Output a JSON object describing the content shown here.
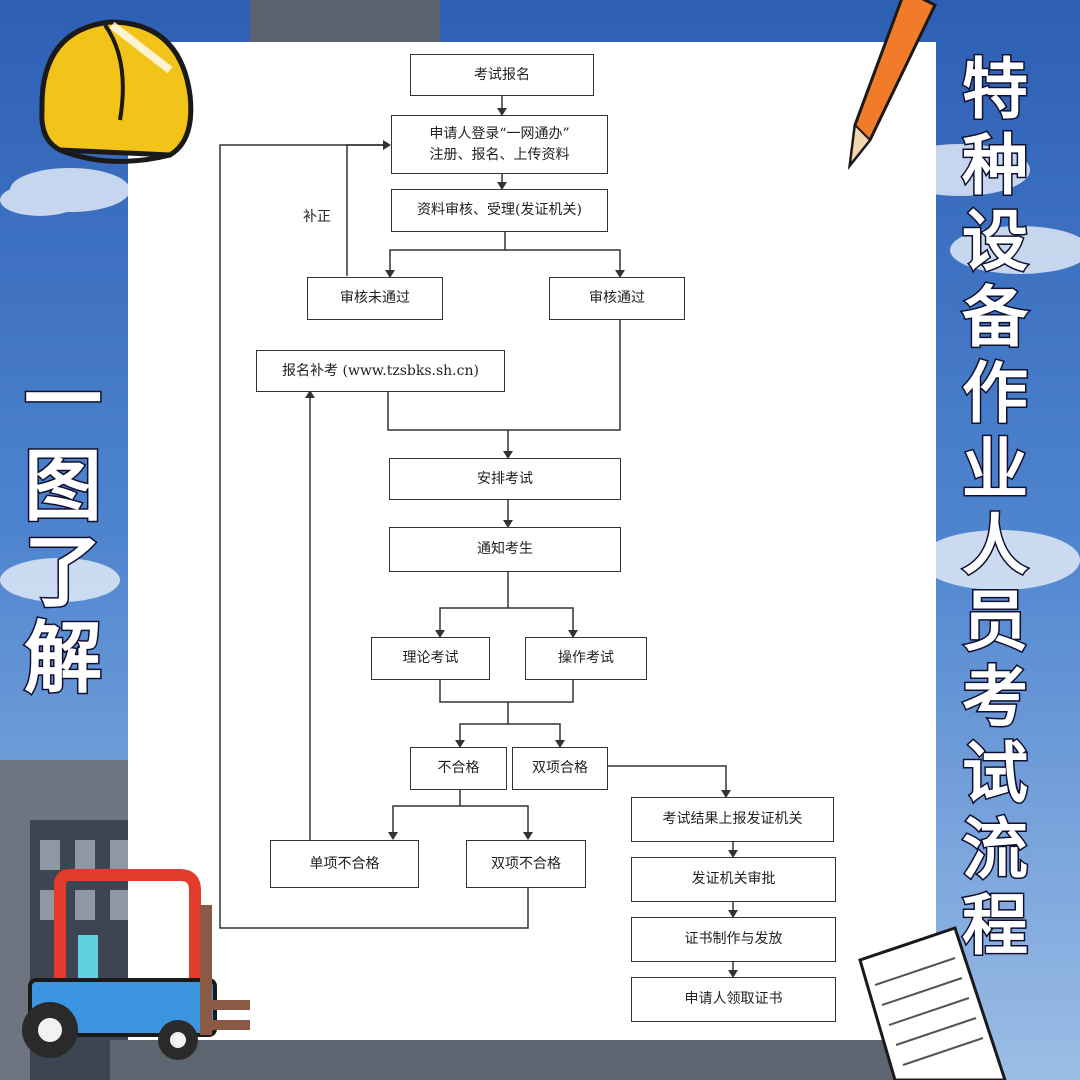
{
  "title": {
    "right_chars": [
      "特",
      "种",
      "设",
      "备",
      "作",
      "业",
      "人",
      "员",
      "考",
      "试",
      "流",
      "程"
    ],
    "left_chars": [
      "一",
      "图",
      "了",
      "解"
    ]
  },
  "colors": {
    "sky": "#3c6fbf",
    "sky_light": "#8fb7e8",
    "panel": "#ffffff",
    "helmet": "#f2c419",
    "pencil": "#f07c2a",
    "forklift_red": "#e23b2b",
    "forklift_blue": "#3b95e0",
    "line": "#333333"
  },
  "flowchart": {
    "exam_signup": "考试报名",
    "applicant_login_line1": "申请人登录“一网通办”",
    "applicant_login_line2": "注册、报名、上传资料",
    "review_accept": "资料审核、受理(发证机关)",
    "review_failed": "审核未通过",
    "review_passed": "审核通过",
    "correction_label": "补正",
    "retake_signup": "报名补考 (www.tzsbks.sh.cn)",
    "arrange_exam": "安排考试",
    "notify_candidates": "通知考生",
    "theory_exam": "理论考试",
    "practical_exam": "操作考试",
    "failed": "不合格",
    "both_passed": "双项合格",
    "single_failed": "单项不合格",
    "both_failed": "双项不合格",
    "report_results": "考试结果上报发证机关",
    "authority_approval": "发证机关审批",
    "certificate_issue": "证书制作与发放",
    "applicant_collect": "申请人领取证书"
  }
}
